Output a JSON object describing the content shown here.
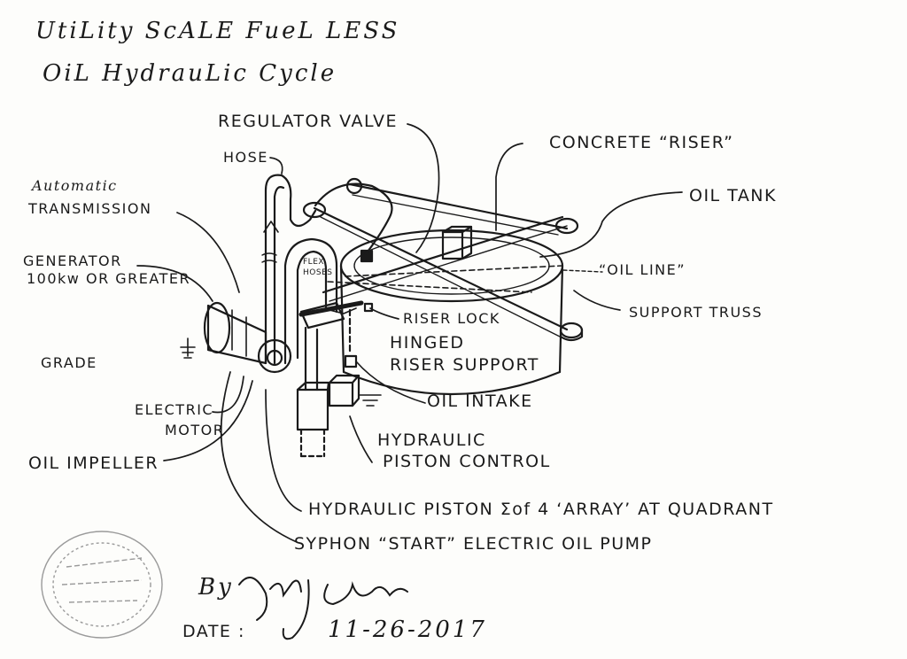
{
  "title": {
    "line1": "UtiLity ScALE FueL LESS",
    "line2": "OiL HydrauLic Cycle"
  },
  "labels": {
    "regulator_valve": "REGULATOR VALVE",
    "concrete_riser": "CONCRETE “RISER”",
    "hose": "HOSE",
    "oil_tank": "OIL TANK",
    "automatic": "Automatic",
    "transmission": "TRANSMISSION",
    "generator": "GENERATOR",
    "generator_rating": "100kw OR GREATER",
    "flex": "FLEX",
    "hoses": "HOSES",
    "oil_line": "“OIL LINE”",
    "support_truss": "SUPPORT TRUSS",
    "riser_lock": "RISER LOCK",
    "hinged": "HINGED",
    "riser_support": "RISER SUPPORT",
    "grade": "GRADE",
    "electric": "ELECTRIC",
    "motor": "MOTOR",
    "oil_intake": "OIL INTAKE",
    "hydraulic": "HYDRAULIC",
    "piston_control": "PISTON CONTROL",
    "oil_impeller": "OIL IMPELLER",
    "hydraulic_piston": "HYDRAULIC PISTON Σof 4 ‘ARRAY’ AT QUADRANT",
    "syphon_pump": "SYPHON “START” ELECTRIC OIL PUMP"
  },
  "signature": {
    "by": "By",
    "name": "Eric J Crews",
    "date_label": "DATE :",
    "date": "11-26-2017"
  },
  "colors": {
    "ink": "#1a1a1a",
    "paper": "#fdfdfb",
    "stamp": "#9a9a9a"
  }
}
